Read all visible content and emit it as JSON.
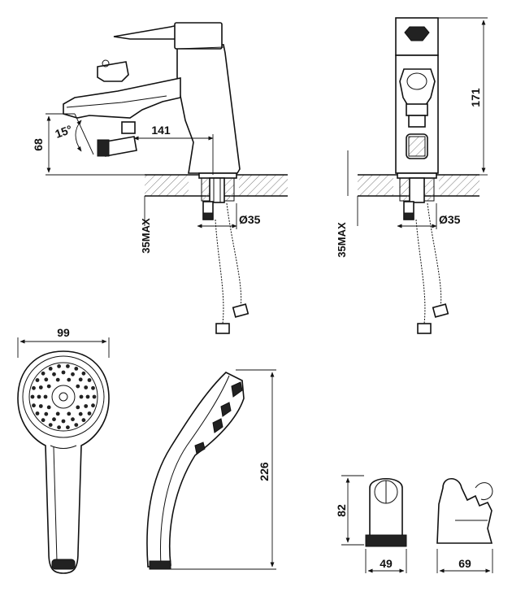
{
  "dimensions": {
    "height_68": "68",
    "angle_15": "15°",
    "length_141": "141",
    "dia_35_left": "Ø35",
    "max_35_left": "35MAX",
    "height_171": "171",
    "dia_35_right": "Ø35",
    "max_35_right": "35MAX",
    "width_99": "99",
    "length_226": "226",
    "height_82": "82",
    "width_49": "49",
    "width_69": "69"
  }
}
